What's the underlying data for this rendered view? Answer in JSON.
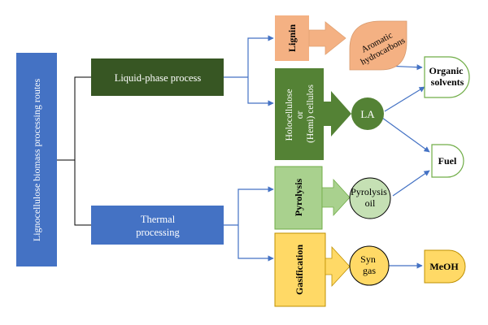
{
  "diagram": {
    "root": "Lignocellulose biomass processing routes",
    "liquid_phase": "Liquid-phase process",
    "thermal": [
      "Thermal",
      "processing"
    ],
    "lignin": "Lignin",
    "holocellulose": [
      "Holocellulose",
      "or",
      "(Hemi) cellulos"
    ],
    "pyrolysis": "Pyrolysis",
    "gasification": "Gasification",
    "aromatic": [
      "Aromatic",
      "hydrocarbons"
    ],
    "la": "LA",
    "pyrolysis_oil": [
      "Pyrolysis",
      "oil"
    ],
    "syngas": [
      "Syn",
      "gas"
    ],
    "organic_solvents": [
      "Organic",
      "solvents"
    ],
    "fuel": "Fuel",
    "meoh": "MeOH"
  },
  "colors": {
    "root_blue": "#4472C4",
    "dark_green": "#375623",
    "mid_green": "#548235",
    "light_green": "#A9D18E",
    "lighter_green": "#C5E0B4",
    "salmon": "#F4B183",
    "yellow": "#FFD966",
    "gold_stroke": "#BF9000",
    "arrow_blue": "#4472C4",
    "outline_green": "#70AD47"
  }
}
